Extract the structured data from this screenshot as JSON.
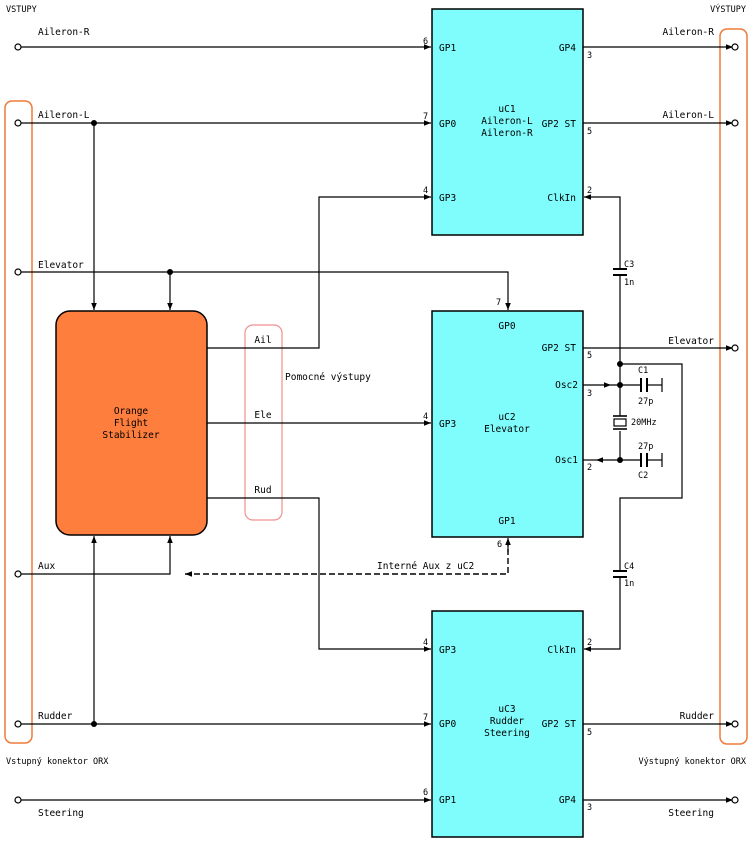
{
  "colors": {
    "chip_fill": "#7ffdfd",
    "stabilizer_fill": "#fe7e3e",
    "connector_outline": "#f07a3a",
    "aux_outline": "#f09090",
    "wire": "#000000"
  },
  "headers": {
    "inputs": "VSTUPY",
    "outputs": "VÝSTUPY",
    "input_connector": "Vstupný konektor ORX",
    "output_connector": "Výstupný konektor ORX"
  },
  "inputs": {
    "aileron_r": "Aileron-R",
    "aileron_l": "Aileron-L",
    "elevator": "Elevator",
    "aux": "Aux",
    "rudder": "Rudder",
    "steering": "Steering"
  },
  "outputs": {
    "aileron_r": "Aileron-R",
    "aileron_l": "Aileron-L",
    "elevator": "Elevator",
    "rudder": "Rudder",
    "steering": "Steering"
  },
  "uc1": {
    "name": "uC1",
    "line2": "Aileron-L",
    "line3": "Aileron-R",
    "pins": {
      "gp1": "GP1",
      "gp1_num": "6",
      "gp0": "GP0",
      "gp0_num": "7",
      "gp3": "GP3",
      "gp3_num": "4",
      "gp4": "GP4",
      "gp4_num": "3",
      "gp2": "GP2 ST",
      "gp2_num": "5",
      "clk": "ClkIn",
      "clk_num": "2"
    }
  },
  "uc2": {
    "name": "uC2",
    "line2": "Elevator",
    "pins": {
      "gp0": "GP0",
      "gp0_num": "7",
      "gp3": "GP3",
      "gp3_num": "4",
      "gp1": "GP1",
      "gp1_num": "6",
      "gp2": "GP2 ST",
      "gp2_num": "5",
      "osc2": "Osc2",
      "osc2_num": "3",
      "osc1": "Osc1",
      "osc1_num": "2"
    }
  },
  "uc3": {
    "name": "uC3",
    "line2": "Rudder",
    "line3": "Steering",
    "pins": {
      "gp3": "GP3",
      "gp3_num": "4",
      "gp0": "GP0",
      "gp0_num": "7",
      "gp1": "GP1",
      "gp1_num": "6",
      "clk": "ClkIn",
      "clk_num": "2",
      "gp2": "GP2 ST",
      "gp2_num": "5",
      "gp4": "GP4",
      "gp4_num": "3"
    }
  },
  "stabilizer": {
    "line1": "Orange",
    "line2": "Flight",
    "line3": "Stabilizer"
  },
  "aux_outputs": {
    "title": "Pomocné výstupy",
    "ail": "Ail",
    "ele": "Ele",
    "rud": "Rud"
  },
  "internal_aux": "Interné Aux z uC2",
  "components": {
    "c3": "C3",
    "c3_val": "1n",
    "c4": "C4",
    "c4_val": "1n",
    "c1": "C1",
    "c1_val": "27p",
    "c2": "C2",
    "c2_val": "27p",
    "crystal": "20MHz"
  }
}
